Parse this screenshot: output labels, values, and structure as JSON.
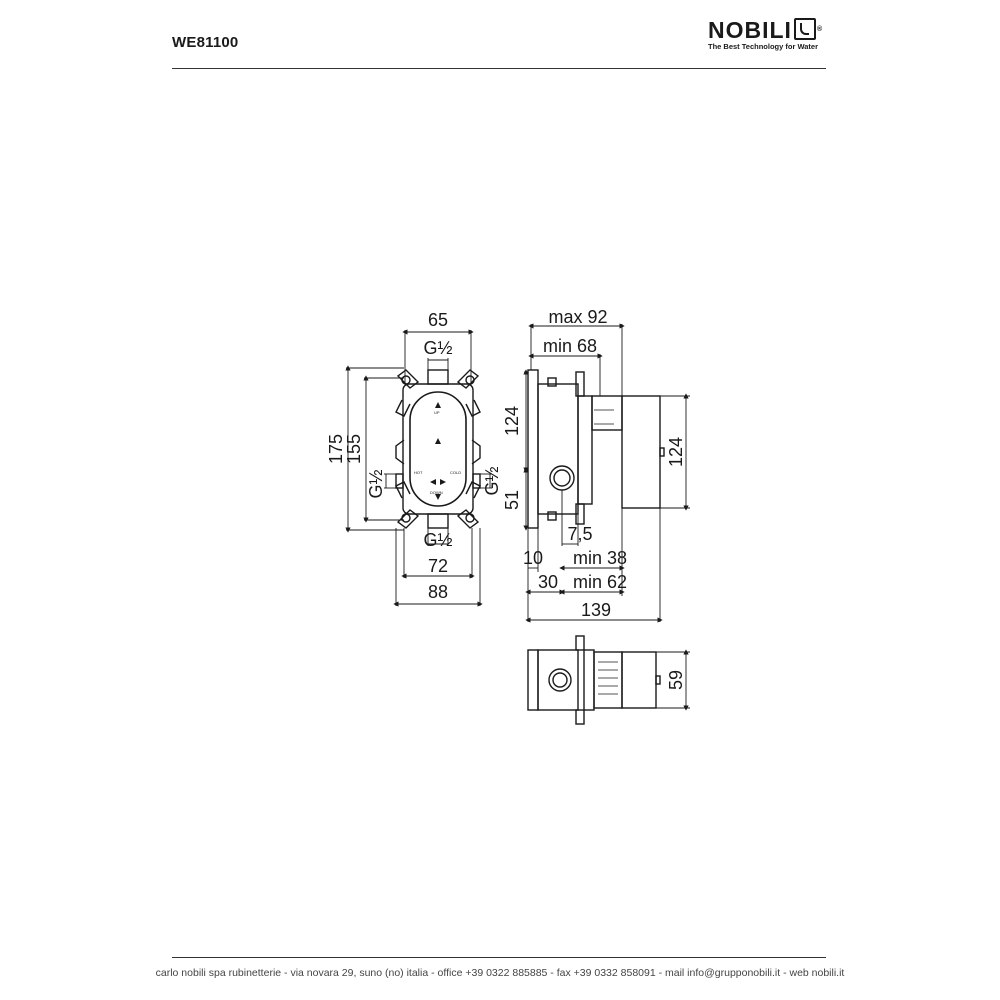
{
  "header": {
    "product_code": "WE81100",
    "brand_name": "NOBILI",
    "brand_tagline": "The Best Technology for Water"
  },
  "footer": {
    "contact_line": "carlo nobili spa rubinetterie - via novara 29, suno (no) italia - office +39 0322 885885 - fax +39 0332 858091 - mail info@grupponobili.it - web nobili.it"
  },
  "drawing": {
    "front_view": {
      "dims": {
        "width_top": "65",
        "thread_top": "G½",
        "height_outer": "175",
        "height_inner": "155",
        "thread_left": "G½",
        "thread_right": "G½",
        "thread_bottom": "G½",
        "width_inner": "72",
        "width_outer": "88"
      },
      "labels": {
        "up": "UP",
        "hot": "HOT",
        "cold": "COLD",
        "down": "DOWN"
      }
    },
    "side_view": {
      "dims": {
        "max_depth": "max 92",
        "min_depth": "min 68",
        "height_left": "124",
        "height_right": "124",
        "offset_left": "51",
        "d75": "7,5",
        "d10": "10",
        "min38": "min 38",
        "d30": "30",
        "min62": "min 62",
        "total": "139"
      }
    },
    "top_view": {
      "dims": {
        "width": "59"
      }
    }
  }
}
